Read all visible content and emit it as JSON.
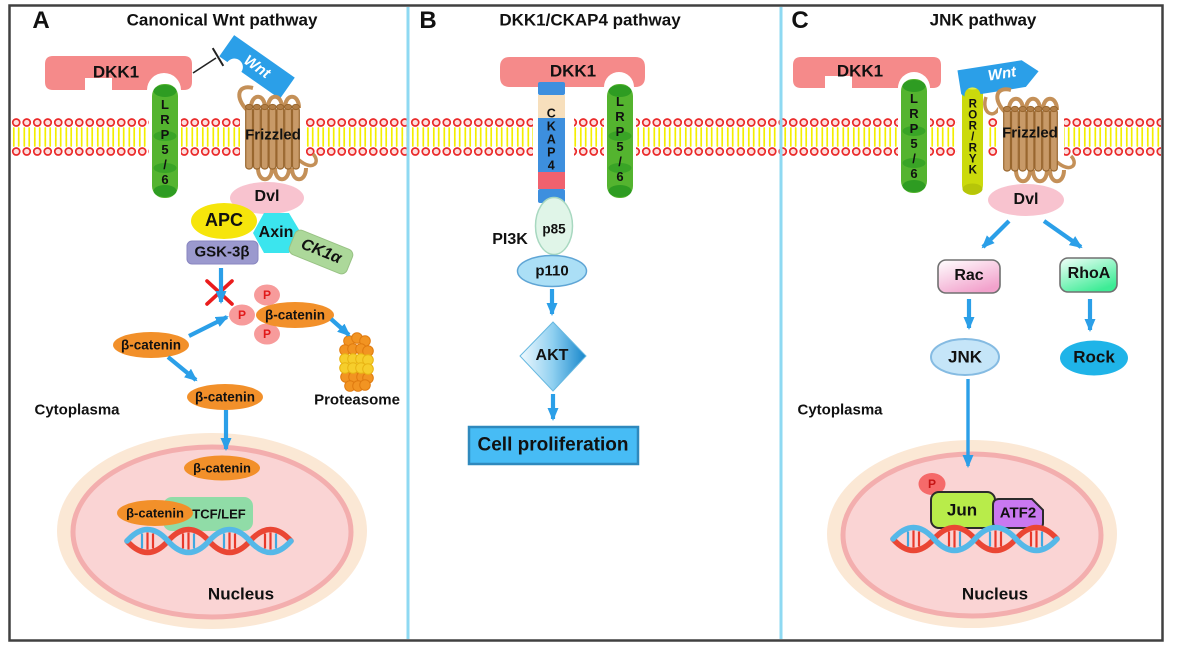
{
  "figure": {
    "type": "signaling-pathway-diagram",
    "colors": {
      "arrow_blue": "#2B9FE8",
      "membrane_head_red": "#EA2A2A",
      "membrane_tail_yellow": "#F4EE00",
      "divider_blue": "#8ED9F2",
      "dkk1_pink": "#F58A8A",
      "lrp_green": "#54B42F",
      "wnt_blue": "#2B9FE8",
      "frizzled_brown": "#C89A68",
      "beta_catenin_orange": "#F2902A",
      "nucleus_pink": "#FAD4D4"
    },
    "panels": {
      "a": {
        "letter": "A",
        "title": "Canonical Wnt pathway",
        "dkk1": "DKK1",
        "lrp56": "LRP5/6",
        "wnt": "Wnt",
        "frizzled": "Frizzled",
        "dvl": "Dvl",
        "apc": "APC",
        "axin": "Axin",
        "gsk3b": "GSK-3β",
        "ck1a": "CK1α",
        "beta_catenin": "β-catenin",
        "phospho": "P",
        "proteasome": "Proteasome",
        "cytoplasm": "Cytoplasma",
        "tcf_lef": "TCF/LEF",
        "nucleus": "Nucleus"
      },
      "b": {
        "letter": "B",
        "title": "DKK1/CKAP4 pathway",
        "dkk1": "DKK1",
        "ckap4": "CKAP4",
        "lrp56": "LRP5/6",
        "pi3k": "PI3K",
        "p85": "p85",
        "p110": "p110",
        "akt": "AKT",
        "cell_proliferation": "Cell proliferation"
      },
      "c": {
        "letter": "C",
        "title": "JNK pathway",
        "dkk1": "DKK1",
        "lrp56": "LRP5/6",
        "ror_ryk": "ROR/RYK",
        "wnt": "Wnt",
        "frizzled": "Frizzled",
        "dvl": "Dvl",
        "rac": "Rac",
        "rhoa": "RhoA",
        "jnk": "JNK",
        "rock": "Rock",
        "cytoplasm": "Cytoplasma",
        "phospho": "P",
        "jun": "Jun",
        "atf2": "ATF2",
        "nucleus": "Nucleus"
      }
    }
  }
}
